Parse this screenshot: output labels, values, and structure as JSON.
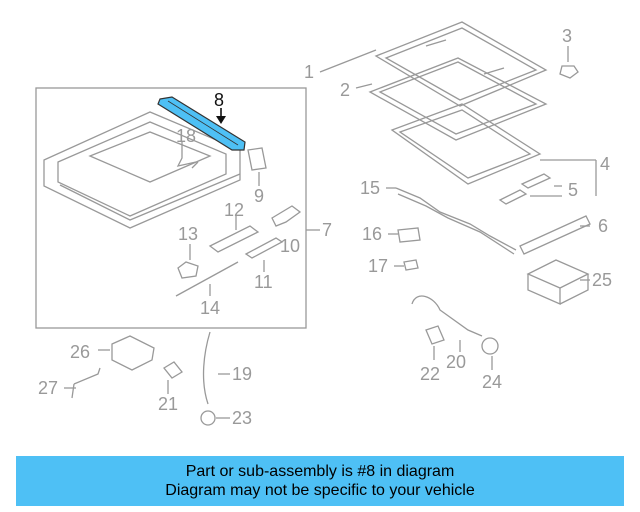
{
  "diagram": {
    "highlight_color": "#4ec0f5",
    "highlighted_part": "8",
    "callouts": [
      "1",
      "2",
      "3",
      "4",
      "5",
      "6",
      "7",
      "8",
      "9",
      "10",
      "11",
      "12",
      "13",
      "14",
      "15",
      "16",
      "17",
      "18",
      "19",
      "20",
      "21",
      "22",
      "23",
      "24",
      "25",
      "26",
      "27"
    ]
  },
  "banner": {
    "line1": "Part or sub-assembly is #8 in diagram",
    "line2": "Diagram may not be specific to your vehicle",
    "background": "#4ec0f5"
  }
}
